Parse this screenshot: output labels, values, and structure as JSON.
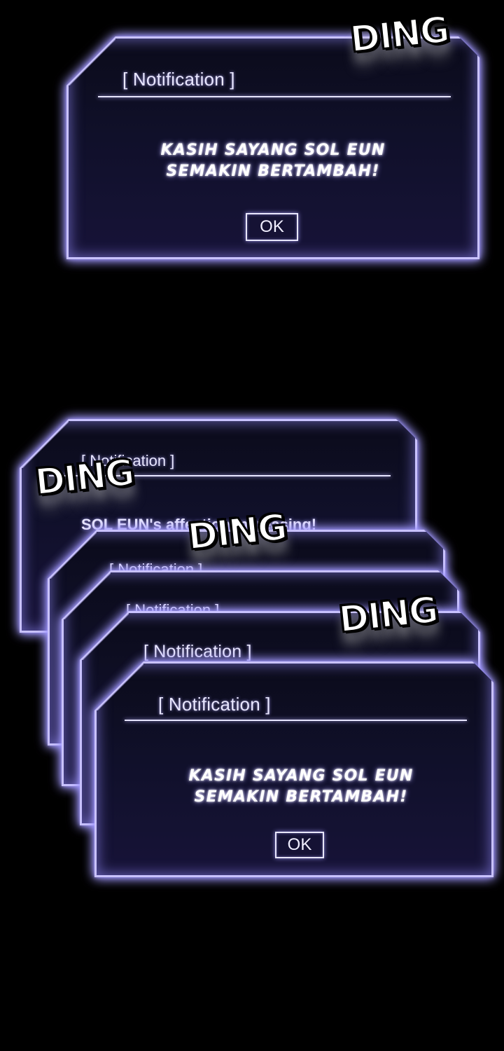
{
  "top_notification": {
    "title": "[ Notification ]",
    "message_line1": "KASIH SAYANG SOL EUN",
    "message_line2": "SEMAKIN BERTAMBAH!",
    "ok_label": "OK",
    "sfx": "DING"
  },
  "stack": {
    "back_title": "[ Notification ]",
    "back_message": "SOL EUN's affection increasing!",
    "mid_title_1": "[ Notification ]",
    "mid_title_2": "[ Notification ]",
    "mid_title_3": "[ Notification ]",
    "sfx_1": "DING",
    "sfx_2": "DING",
    "sfx_3": "DING"
  },
  "front_notification": {
    "title": "[ Notification ]",
    "message_line1": "KASIH SAYANG SOL EUN",
    "message_line2": "SEMAKIN BERTAMBAH!",
    "ok_label": "OK"
  }
}
